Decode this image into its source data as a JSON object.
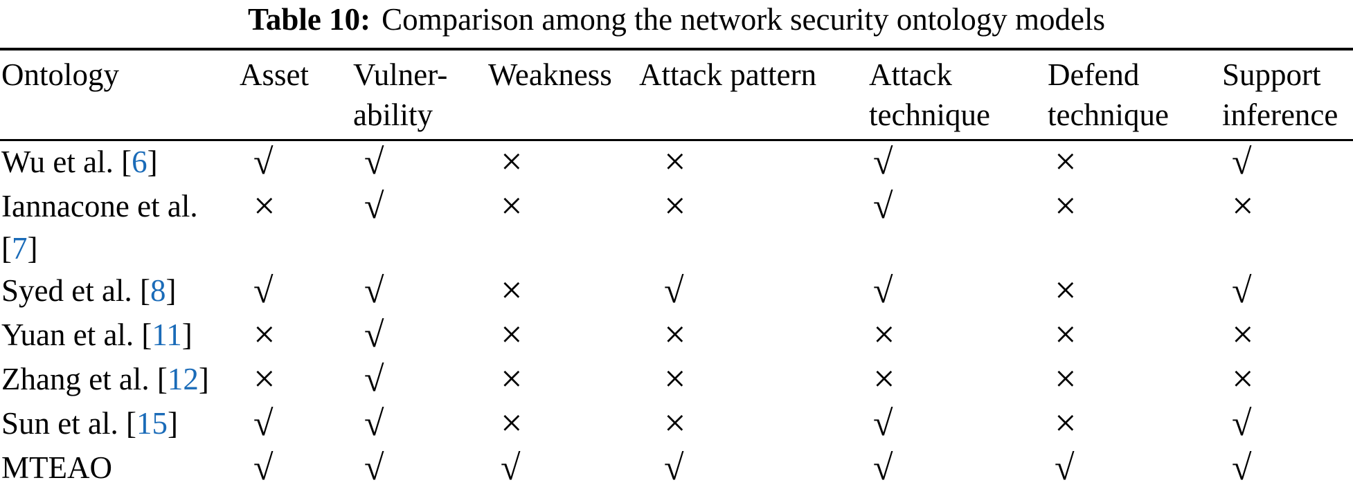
{
  "caption": {
    "label": "Table 10:",
    "text": "Comparison among the network security ontology models"
  },
  "table": {
    "link_color": "#1a6bb8",
    "columns": [
      {
        "label": "Ontology"
      },
      {
        "label": "Asset"
      },
      {
        "label": "Vulner-\nability"
      },
      {
        "label": "Weakness"
      },
      {
        "label": "Attack pattern"
      },
      {
        "label": "Attack\ntechnique"
      },
      {
        "label": "Defend\ntechnique"
      },
      {
        "label": "Support\ninference"
      }
    ],
    "rows": [
      {
        "name_pre": "Wu et al. [",
        "cite": "6",
        "name_post": "]",
        "marks": [
          "√",
          "√",
          "×",
          "×",
          "√",
          "×",
          "√"
        ]
      },
      {
        "name_pre": "Iannacone et al. [",
        "cite": "7",
        "name_post": "]",
        "marks": [
          "×",
          "√",
          "×",
          "×",
          "√",
          "×",
          "×"
        ]
      },
      {
        "name_pre": "Syed et al. [",
        "cite": "8",
        "name_post": "]",
        "marks": [
          "√",
          "√",
          "×",
          "√",
          "√",
          "×",
          "√"
        ]
      },
      {
        "name_pre": "Yuan et al. [",
        "cite": "11",
        "name_post": "]",
        "marks": [
          "×",
          "√",
          "×",
          "×",
          "×",
          "×",
          "×"
        ]
      },
      {
        "name_pre": "Zhang et al. [",
        "cite": "12",
        "name_post": "]",
        "marks": [
          "×",
          "√",
          "×",
          "×",
          "×",
          "×",
          "×"
        ]
      },
      {
        "name_pre": "Sun et al. [",
        "cite": "15",
        "name_post": "]",
        "marks": [
          "√",
          "√",
          "×",
          "×",
          "√",
          "×",
          "√"
        ]
      },
      {
        "name_pre": "MTEAO",
        "cite": "",
        "name_post": "",
        "marks": [
          "√",
          "√",
          "√",
          "√",
          "√",
          "√",
          "√"
        ]
      }
    ]
  }
}
